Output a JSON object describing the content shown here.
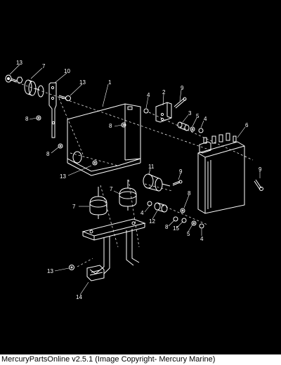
{
  "diagram": {
    "callouts": {
      "c13a": "13",
      "c7a": "7",
      "c10": "10",
      "c13b": "13",
      "c1": "1",
      "c8a": "8",
      "c8b": "8",
      "c8c": "8",
      "c4a": "4",
      "c2": "2",
      "c9a": "9",
      "c3": "3",
      "c5a": "5",
      "c4b": "4",
      "c6": "6",
      "c9b": "9",
      "c11": "11",
      "c9c": "9",
      "c13c": "13",
      "c7b": "7",
      "c7c": "7",
      "c8d": "8",
      "c4c": "4",
      "c12": "12",
      "c8e": "8",
      "c15": "15",
      "c5b": "5",
      "c4d": "4",
      "c13d": "13",
      "c14": "14"
    },
    "colors": {
      "background": "#000000",
      "line": "#ffffff"
    }
  },
  "footer": {
    "text": "MercuryPartsOnline v2.5.1 (Image Copyright- Mercury Marine)"
  }
}
